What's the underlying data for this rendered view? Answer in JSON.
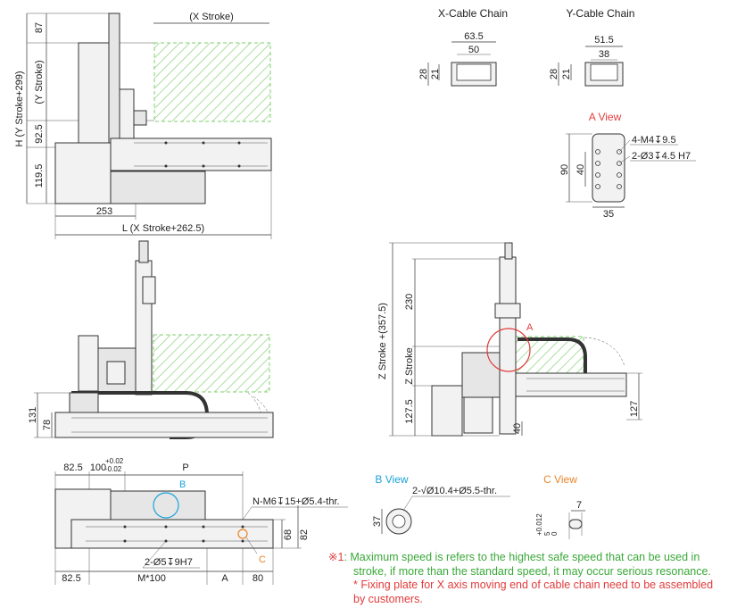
{
  "top_view": {
    "x_stroke": "(X Stroke)",
    "dims": {
      "d87": "87",
      "y_stroke": "(Y Stroke)",
      "h_total": "H (Y Stroke+299)",
      "d92_5": "92.5",
      "d119_5": "119.5",
      "d253": "253",
      "l_total": "L (X Stroke+262.5)"
    }
  },
  "cable_x": {
    "title": "X-Cable Chain",
    "w_outer": "63.5",
    "w_inner": "50",
    "h_outer": "28",
    "h_inner": "21"
  },
  "cable_y": {
    "title": "Y-Cable Chain",
    "w_outer": "51.5",
    "w_inner": "38",
    "h_outer": "28",
    "h_inner": "21"
  },
  "a_view": {
    "title": "A View",
    "callout1": "4-M4↧9.5",
    "callout2": "2-Ø3↧4.5 H7",
    "d90": "90",
    "d40": "40",
    "d35": "35"
  },
  "front_view": {
    "d131": "131",
    "d78": "78"
  },
  "side_view": {
    "z_total": "Z Stroke +(357.5)",
    "d230": "230",
    "z_stroke": "Z Stroke",
    "d127_5": "127.5",
    "d40": "40",
    "d127": "127",
    "label_a": "A"
  },
  "bottom_view": {
    "d82_5_top": "82.5",
    "d100": "100",
    "tol_plus": "+0.02",
    "tol_minus": "-0.02",
    "p": "P",
    "callout_thread": "N-M6↧15+Ø5.4-thr.",
    "callout_pin": "2-Ø5↧9H7",
    "d68": "68",
    "d82": "82",
    "d82_5_bot": "82.5",
    "m100": "M*100",
    "a": "A",
    "d80": "80",
    "label_b": "B",
    "label_c": "C"
  },
  "b_view": {
    "title": "B View",
    "callout": "2-√Ø10.4+Ø5.5-thr.",
    "d37": "37"
  },
  "c_view": {
    "title": "C View",
    "d7": "7",
    "tol": "+0.012",
    "d5": "5",
    "d0": "0"
  },
  "notes": {
    "mark": "※1",
    "line1a": ": Maximum speed is refers to the highest safe speed that can be used in",
    "line1b": "stroke, if more than the standard speed, it may occur serious resonance.",
    "line2": "* Fixing plate for X axis moving end of cable chain need to be assembled",
    "line3": "by customers."
  },
  "colors": {
    "dim_line": "#333333",
    "stroke_hatch": "#7fcf6e",
    "note_red": "#e23b3b",
    "note_green": "#3aa83a",
    "a_label": "#e23b3b",
    "b_label": "#1aa3d9",
    "c_label": "#e8852a"
  }
}
